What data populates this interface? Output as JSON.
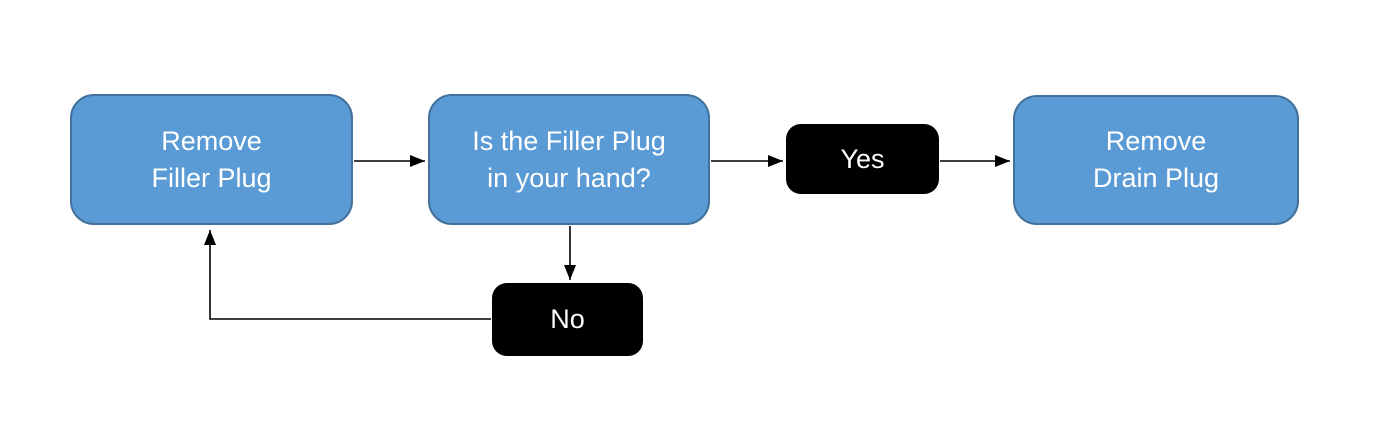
{
  "diagram": {
    "type": "flowchart",
    "background_color": "#ffffff",
    "colors": {
      "process_fill": "#5B9BD5",
      "process_border": "#41719C",
      "process_text": "#ffffff",
      "edge_label_fill": "#000000",
      "edge_label_text": "#ffffff",
      "connector": "#000000"
    },
    "nodes": [
      {
        "id": "remove-filler-plug",
        "kind": "process",
        "label": "Remove\nFiller Plug"
      },
      {
        "id": "question",
        "kind": "process",
        "label": "Is the Filler Plug\nin your hand?"
      },
      {
        "id": "yes-label",
        "kind": "edge-label",
        "label": "Yes"
      },
      {
        "id": "remove-drain-plug",
        "kind": "process",
        "label": "Remove\nDrain Plug"
      },
      {
        "id": "no-label",
        "kind": "edge-label",
        "label": "No"
      }
    ],
    "edges": [
      {
        "from": "remove-filler-plug",
        "to": "question",
        "via": ""
      },
      {
        "from": "question",
        "to": "remove-drain-plug",
        "via": "Yes"
      },
      {
        "from": "question",
        "to": "remove-filler-plug",
        "via": "No"
      }
    ]
  }
}
